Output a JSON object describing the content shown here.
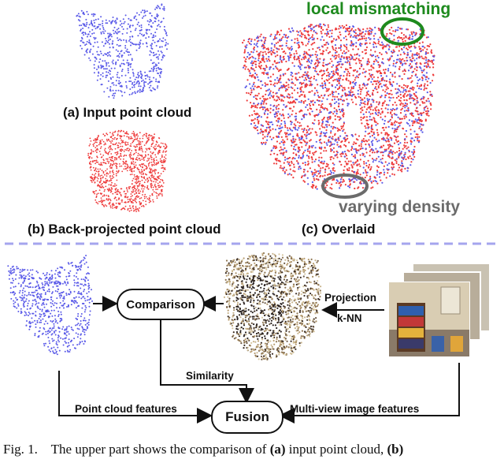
{
  "colors": {
    "input_cloud": "#5a5ae8",
    "backprojected_cloud": "#ee3b3b",
    "local_mismatch": "#1e8a1e",
    "density_annot": "#6b6b6b",
    "divider": "#a5a5ee"
  },
  "upper": {
    "label_a": "(a) Input point cloud",
    "label_b": "(b) Back-projected point cloud",
    "label_c": "(c) Overlaid",
    "annot_local": "local mismatching",
    "annot_density": "varying density"
  },
  "lower": {
    "comparison": "Comparison",
    "fusion": "Fusion",
    "projection": "Projection",
    "knn": "k-NN",
    "similarity": "Similarity",
    "pc_features": "Point cloud features",
    "mv_features": "Multi-view image features"
  },
  "caption": {
    "prefix": "Fig. 1.",
    "text1": "The upper part shows the comparison of",
    "a": "(a)",
    "text2": "input point cloud,",
    "b": "(b)"
  }
}
